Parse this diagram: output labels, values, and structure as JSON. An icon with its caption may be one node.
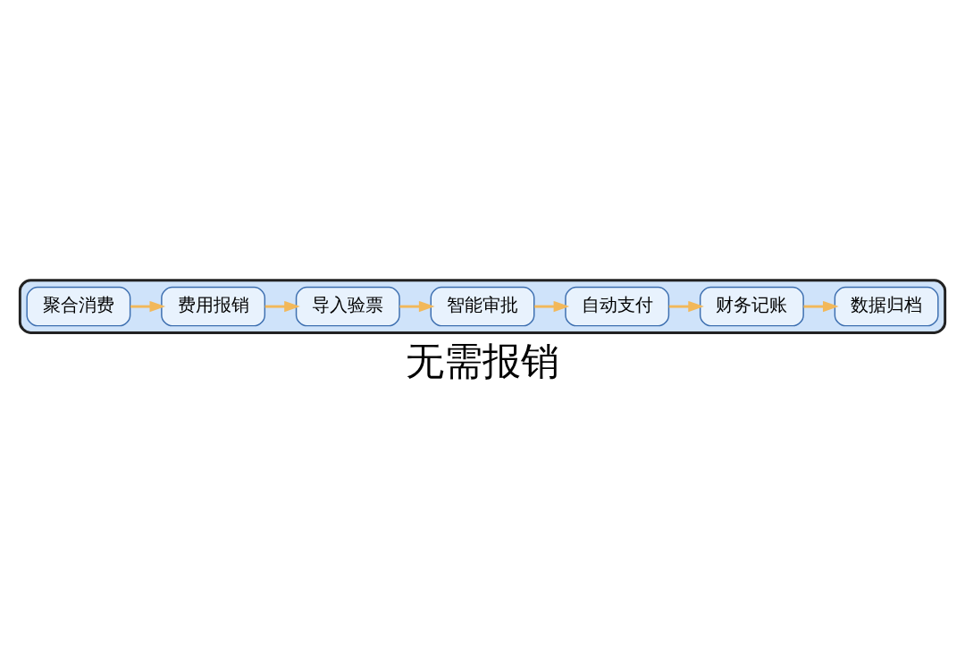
{
  "diagram": {
    "caption": "无需报销",
    "nodes": [
      {
        "text": [],
        "shape": "bubble"
      },
      {
        "text": [
          "聚合消费"
        ],
        "in": 0
      },
      {
        "text": [
          "费用报销"
        ],
        "in": 0
      },
      {
        "text": [
          "导入验票"
        ],
        "in": 0
      },
      {
        "text": [
          "智能审批"
        ],
        "in": 0
      },
      {
        "text": [
          "自动支付"
        ],
        "in": 0
      },
      {
        "text": [
          "财务记账"
        ],
        "in": 0
      },
      {
        "text": [
          "数据归档"
        ],
        "in": 0
      }
    ],
    "edges": [
      {
        "from": 1,
        "to": 2,
        "arrow": "to"
      },
      {
        "from": 2,
        "to": 3,
        "arrow": "to"
      },
      {
        "from": 3,
        "to": 4,
        "arrow": "to"
      },
      {
        "from": 4,
        "to": 5,
        "arrow": "to"
      },
      {
        "from": 5,
        "to": 6,
        "arrow": "to"
      },
      {
        "from": 6,
        "to": 7,
        "arrow": "to"
      }
    ]
  }
}
